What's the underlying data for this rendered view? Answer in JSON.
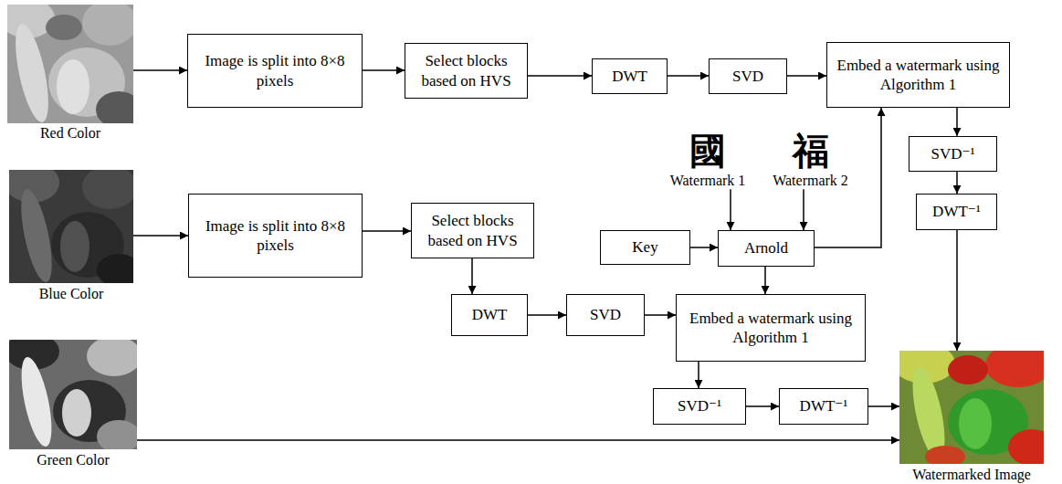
{
  "diagram": {
    "nodes": [
      {
        "text": [
          "Red Color"
        ]
      },
      {
        "text": [
          "Image is split into 8×8 pixels"
        ]
      },
      {
        "text": [
          "Select blocks based on HVS"
        ]
      },
      {
        "text": [
          "DWT"
        ]
      },
      {
        "text": [
          "SVD"
        ]
      },
      {
        "text": [
          "Embed a watermark using Algorithm 1"
        ]
      },
      {
        "text": [
          "SVD⁻¹"
        ]
      },
      {
        "text": [
          "DWT⁻¹"
        ]
      },
      {
        "text": [
          "國",
          "Watermark 1"
        ]
      },
      {
        "text": [
          "福",
          "Watermark 2"
        ]
      },
      {
        "text": [
          "Blue Color"
        ]
      },
      {
        "text": [
          "Image is split into 8×8 pixels"
        ]
      },
      {
        "text": [
          "Select blocks based on HVS"
        ]
      },
      {
        "text": [
          "Key"
        ]
      },
      {
        "text": [
          "Arnold"
        ]
      },
      {
        "text": [
          "DWT"
        ]
      },
      {
        "text": [
          "SVD"
        ]
      },
      {
        "text": [
          "Embed a watermark using Algorithm 1"
        ]
      },
      {
        "text": [
          "SVD⁻¹"
        ]
      },
      {
        "text": [
          "DWT⁻¹"
        ]
      },
      {
        "text": [
          "Green Color"
        ]
      },
      {
        "text": [
          "Watermarked Image"
        ]
      }
    ],
    "edges": [
      {
        "from": 0,
        "to": 1,
        "arrow": "to"
      },
      {
        "from": 1,
        "to": 2,
        "arrow": "to"
      },
      {
        "from": 2,
        "to": 3,
        "arrow": "to"
      },
      {
        "from": 3,
        "to": 4,
        "arrow": "to"
      },
      {
        "from": 4,
        "to": 5,
        "arrow": "to"
      },
      {
        "from": 5,
        "to": 6,
        "arrow": "to"
      },
      {
        "from": 6,
        "to": 7,
        "arrow": "to"
      },
      {
        "from": 7,
        "to": 21,
        "arrow": "to"
      },
      {
        "from": 8,
        "to": 14,
        "arrow": "to"
      },
      {
        "from": 9,
        "to": 14,
        "arrow": "to"
      },
      {
        "from": 13,
        "to": 14,
        "arrow": "to"
      },
      {
        "from": 14,
        "to": 5,
        "arrow": "to"
      },
      {
        "from": 14,
        "to": 17,
        "arrow": "to"
      },
      {
        "from": 10,
        "to": 11,
        "arrow": "to"
      },
      {
        "from": 11,
        "to": 12,
        "arrow": "to"
      },
      {
        "from": 12,
        "to": 15,
        "arrow": "to"
      },
      {
        "from": 15,
        "to": 16,
        "arrow": "to"
      },
      {
        "from": 16,
        "to": 17,
        "arrow": "to"
      },
      {
        "from": 17,
        "to": 18,
        "arrow": "to"
      },
      {
        "from": 18,
        "to": 19,
        "arrow": "to"
      },
      {
        "from": 19,
        "to": 21,
        "arrow": "to"
      },
      {
        "from": 20,
        "to": 21,
        "arrow": "to"
      }
    ]
  }
}
